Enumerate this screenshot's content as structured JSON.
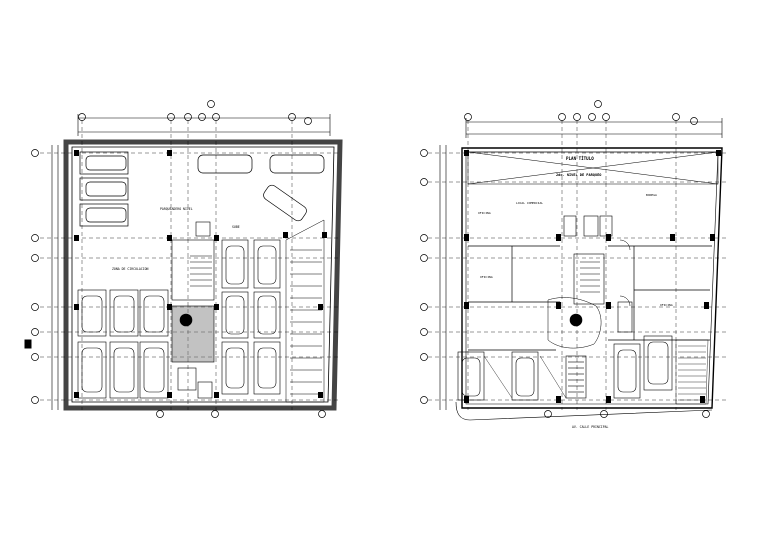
{
  "colors": {
    "ink": "#000000",
    "paper": "#ffffff",
    "hatch": "#555555"
  },
  "left_plan": {
    "room_labels": {
      "upper_area": "PARQUEADERO NIVEL",
      "middle_area": "ZONA DE CIRCULACION",
      "note": "SUBE"
    }
  },
  "right_plan": {
    "title": "PLAN TÍTULO",
    "subtitle": "2do. NIVEL DE PARQUEO",
    "room_labels": {
      "room_a": "OFICINA",
      "room_b": "LOCAL COMERCIAL",
      "room_c": "BODEGA",
      "room_d": "OFICINA",
      "room_e": "OFICINA"
    },
    "footer": "AV. CALLE PRINCIPAL"
  }
}
